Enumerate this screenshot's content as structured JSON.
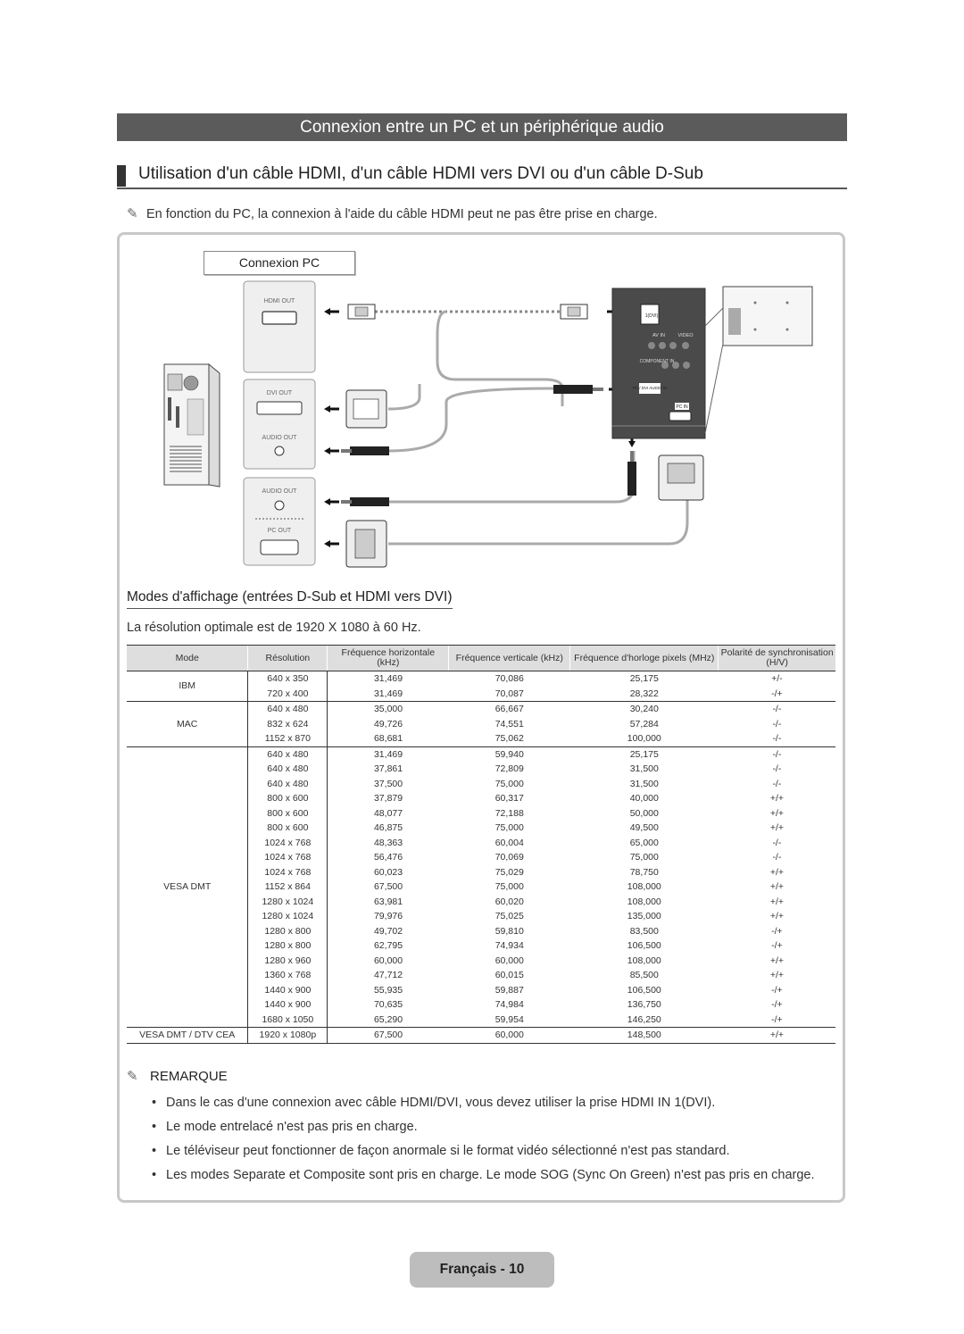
{
  "banner_title": "Connexion entre un PC et un périphérique audio",
  "subheading": "Utilisation d'un câble HDMI, d'un câble HDMI vers DVI ou d'un câble D-Sub",
  "top_note": "En fonction du PC, la connexion à l'aide du câble HDMI peut ne pas être prise en charge.",
  "diagram": {
    "label": "Connexion PC",
    "pc_ports": {
      "hdmi_out": "HDMI OUT",
      "dvi_out": "DVI OUT",
      "audio_out_1": "AUDIO OUT",
      "audio_out_2": "AUDIO OUT",
      "pc_out": "PC OUT"
    },
    "tv_ports": {
      "hdmi_in": "1(DVI)",
      "av_in": "AV IN",
      "video": "VIDEO",
      "component_in": "COMPONENT IN",
      "pc_dvi_audio_in": "PC / DVI AUDIO IN",
      "pc_in": "PC IN"
    }
  },
  "modes_title": "Modes d'affichage (entrées D-Sub et HDMI vers DVI)",
  "optimal_resolution": "La résolution optimale est de 1920 X 1080 à 60 Hz.",
  "table": {
    "headers": [
      "Mode",
      "Résolution",
      "Fréquence horizontale (kHz)",
      "Fréquence verticale (kHz)",
      "Fréquence d'horloge pixels (MHz)",
      "Polarité de synchronisation (H/V)"
    ],
    "groups": [
      {
        "mode": "IBM",
        "rows": [
          [
            "640 x 350",
            "31,469",
            "70,086",
            "25,175",
            "+/-"
          ],
          [
            "720 x 400",
            "31,469",
            "70,087",
            "28,322",
            "-/+"
          ]
        ]
      },
      {
        "mode": "MAC",
        "rows": [
          [
            "640 x 480",
            "35,000",
            "66,667",
            "30,240",
            "-/-"
          ],
          [
            "832 x 624",
            "49,726",
            "74,551",
            "57,284",
            "-/-"
          ],
          [
            "1152 x 870",
            "68,681",
            "75,062",
            "100,000",
            "-/-"
          ]
        ]
      },
      {
        "mode": "VESA DMT",
        "rows": [
          [
            "640 x 480",
            "31,469",
            "59,940",
            "25,175",
            "-/-"
          ],
          [
            "640 x 480",
            "37,861",
            "72,809",
            "31,500",
            "-/-"
          ],
          [
            "640 x 480",
            "37,500",
            "75,000",
            "31,500",
            "-/-"
          ],
          [
            "800 x 600",
            "37,879",
            "60,317",
            "40,000",
            "+/+"
          ],
          [
            "800 x 600",
            "48,077",
            "72,188",
            "50,000",
            "+/+"
          ],
          [
            "800 x 600",
            "46,875",
            "75,000",
            "49,500",
            "+/+"
          ],
          [
            "1024 x 768",
            "48,363",
            "60,004",
            "65,000",
            "-/-"
          ],
          [
            "1024 x 768",
            "56,476",
            "70,069",
            "75,000",
            "-/-"
          ],
          [
            "1024 x 768",
            "60,023",
            "75,029",
            "78,750",
            "+/+"
          ],
          [
            "1152 x 864",
            "67,500",
            "75,000",
            "108,000",
            "+/+"
          ],
          [
            "1280 x 1024",
            "63,981",
            "60,020",
            "108,000",
            "+/+"
          ],
          [
            "1280 x 1024",
            "79,976",
            "75,025",
            "135,000",
            "+/+"
          ],
          [
            "1280 x 800",
            "49,702",
            "59,810",
            "83,500",
            "-/+"
          ],
          [
            "1280 x 800",
            "62,795",
            "74,934",
            "106,500",
            "-/+"
          ],
          [
            "1280 x 960",
            "60,000",
            "60,000",
            "108,000",
            "+/+"
          ],
          [
            "1360 x 768",
            "47,712",
            "60,015",
            "85,500",
            "+/+"
          ],
          [
            "1440 x 900",
            "55,935",
            "59,887",
            "106,500",
            "-/+"
          ],
          [
            "1440 x 900",
            "70,635",
            "74,984",
            "136,750",
            "-/+"
          ],
          [
            "1680 x 1050",
            "65,290",
            "59,954",
            "146,250",
            "-/+"
          ]
        ]
      },
      {
        "mode": "VESA DMT / DTV CEA",
        "rows": [
          [
            "1920 x 1080p",
            "67,500",
            "60,000",
            "148,500",
            "+/+"
          ]
        ]
      }
    ]
  },
  "remark_title": "REMARQUE",
  "remarks": [
    "Dans le cas d'une connexion avec câble HDMI/DVI, vous devez utiliser la prise HDMI IN 1(DVI).",
    "Le mode entrelacé n'est pas pris en charge.",
    "Le téléviseur peut fonctionner de façon anormale si le format vidéo sélectionné n'est pas standard.",
    "Les modes Separate et Composite sont pris en charge. Le mode SOG (Sync On Green) n'est pas pris en charge."
  ],
  "page_label": "Français - 10"
}
